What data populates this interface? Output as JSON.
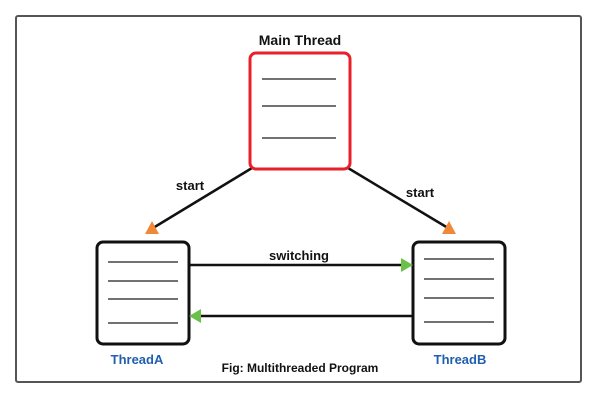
{
  "diagram": {
    "main_thread_label": "Main Thread",
    "start_left_label": "start",
    "start_right_label": "start",
    "switching_label": "switching",
    "thread_a_label": "ThreadA",
    "thread_b_label": "ThreadB",
    "caption": "Fig: Multithreaded Program"
  },
  "colors": {
    "main_box_border": "#e8202a",
    "thread_box_border": "#111111",
    "thread_label": "#1f5fae",
    "start_arrowhead": "#f0883a",
    "switch_arrowhead": "#6cc04a",
    "frame_border": "#555555"
  }
}
